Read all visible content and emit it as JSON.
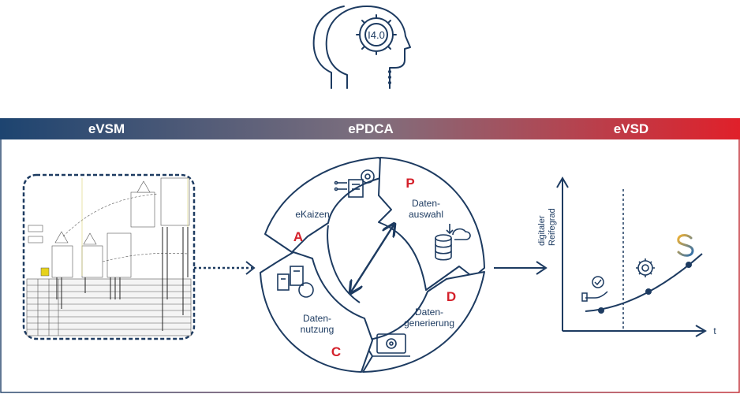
{
  "colors": {
    "navy": "#1d3b61",
    "red": "#d4202a",
    "gray_line": "#8a8a8a",
    "banner_start": "#1d4470",
    "banner_end": "#e0202a"
  },
  "top_icon": {
    "badge_text": "I4.0"
  },
  "banner": {
    "left": "eVSM",
    "center": "ePDCA",
    "right": "eVSD"
  },
  "cycle": {
    "segments": [
      {
        "name": "ekaizen",
        "label": "eKaizen",
        "letter": "A"
      },
      {
        "name": "datenauswahl",
        "label_line1": "Daten-",
        "label_line2": "auswahl",
        "letter": "P"
      },
      {
        "name": "datengenerierung",
        "label_line1": "Daten-",
        "label_line2": "generierung",
        "letter": "D"
      },
      {
        "name": "datennutzung",
        "label_line1": "Daten-",
        "label_line2": "nutzung",
        "letter": "C"
      }
    ]
  },
  "maturity_chart": {
    "y_label_line1": "digitaler",
    "y_label_line2": "Reifegrad",
    "x_label": "t"
  }
}
